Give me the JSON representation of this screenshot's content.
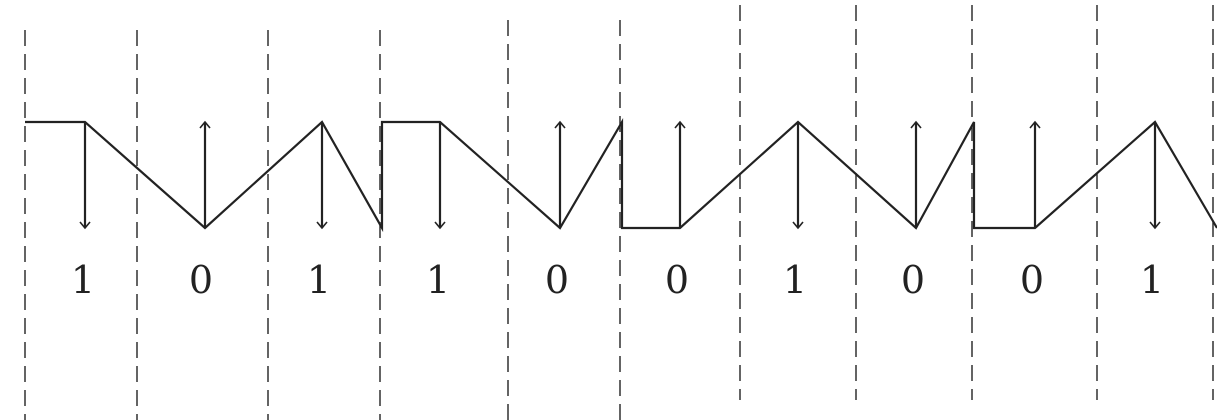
{
  "diagram": {
    "type": "manchester-encoding-waveform",
    "bits": [
      "1",
      "0",
      "1",
      "1",
      "0",
      "0",
      "1",
      "0",
      "0",
      "1"
    ],
    "colors": {
      "line": "#222222",
      "background": "#ffffff"
    }
  }
}
